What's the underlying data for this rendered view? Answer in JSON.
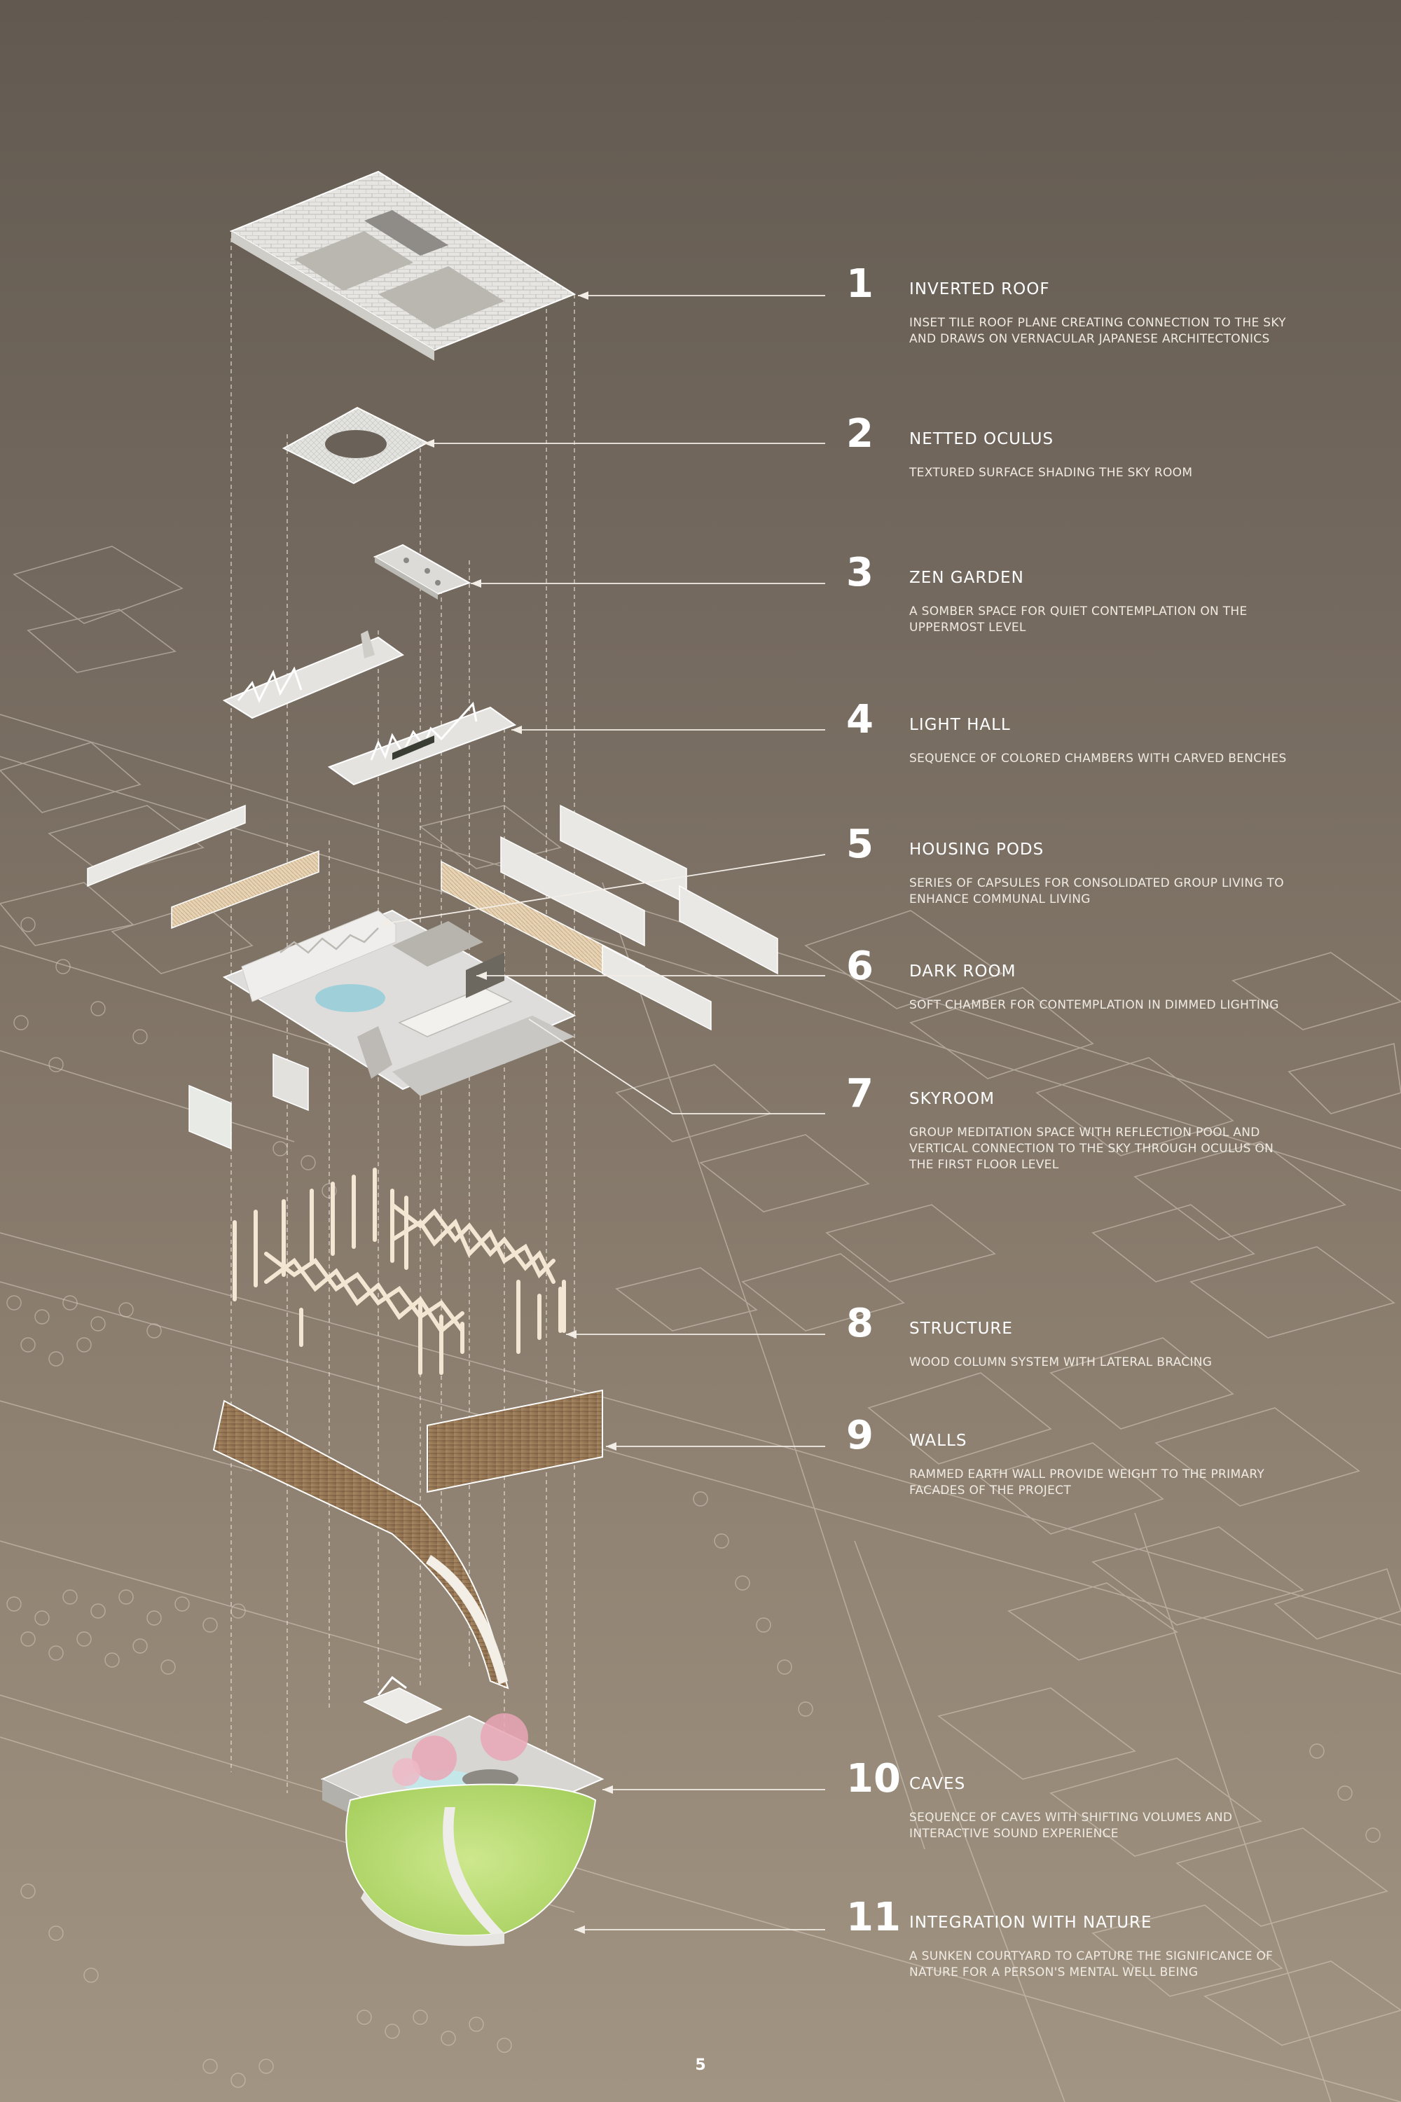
{
  "colors": {
    "bg_top": "#625a51",
    "bg_bottom": "#a29482",
    "linework": "#d8cfc3",
    "component_white": "#ecebe9",
    "wood": "#9a7b58",
    "grass": "#bde07a",
    "pool": "#9cd3df",
    "blossom": "#e9a6b6"
  },
  "components": [
    {
      "number": "1",
      "title": "INVERTED ROOF",
      "desc": "INSET TILE ROOF PLANE CREATING CONNECTION TO THE SKY AND DRAWS ON VERNACULAR JAPANESE ARCHITECTONICS"
    },
    {
      "number": "2",
      "title": "NETTED OCULUS",
      "desc": "TEXTURED SURFACE SHADING THE SKY ROOM"
    },
    {
      "number": "3",
      "title": "ZEN GARDEN",
      "desc": "A SOMBER SPACE FOR QUIET CONTEMPLATION ON THE UPPERMOST LEVEL"
    },
    {
      "number": "4",
      "title": "LIGHT HALL",
      "desc": "SEQUENCE OF COLORED CHAMBERS WITH CARVED BENCHES"
    },
    {
      "number": "5",
      "title": "HOUSING PODS",
      "desc": "SERIES OF CAPSULES FOR CONSOLIDATED GROUP LIVING TO ENHANCE COMMUNAL LIVING"
    },
    {
      "number": "6",
      "title": "DARK ROOM",
      "desc": "SOFT CHAMBER FOR CONTEMPLATION IN DIMMED LIGHTING"
    },
    {
      "number": "7",
      "title": "SKYROOM",
      "desc": "GROUP MEDITATION SPACE WITH REFLECTION POOL AND VERTICAL CONNECTION TO THE SKY THROUGH OCULUS ON THE FIRST FLOOR LEVEL"
    },
    {
      "number": "8",
      "title": "STRUCTURE",
      "desc": "WOOD COLUMN SYSTEM WITH LATERAL BRACING"
    },
    {
      "number": "9",
      "title": "WALLS",
      "desc": "RAMMED EARTH WALL PROVIDE WEIGHT TO THE PRIMARY FACADES OF THE PROJECT"
    },
    {
      "number": "10",
      "title": "CAVES",
      "desc": "SEQUENCE OF CAVES WITH SHIFTING VOLUMES AND INTERACTIVE SOUND EXPERIENCE"
    },
    {
      "number": "11",
      "title": "INTEGRATION WITH NATURE",
      "desc": "A SUNKEN COURTYARD TO CAPTURE THE SIGNIFICANCE OF NATURE FOR A PERSON'S MENTAL WELL BEING"
    }
  ],
  "page_number": "5"
}
